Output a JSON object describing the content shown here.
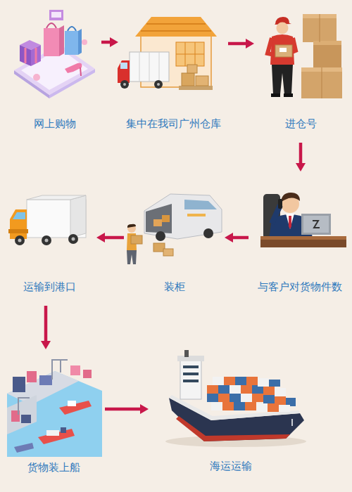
{
  "diagram": {
    "nodes": [
      {
        "text": [
          "网上购物"
        ]
      },
      {
        "text": [
          "集中在我司广州仓库"
        ]
      },
      {
        "text": [
          "进仓号"
        ]
      },
      {
        "text": [
          "与客户对货物件数"
        ]
      },
      {
        "text": [
          "装柜"
        ]
      },
      {
        "text": [
          "运输到港口"
        ]
      },
      {
        "text": [
          "货物装上船"
        ]
      },
      {
        "text": [
          "海运运输"
        ]
      }
    ],
    "edges": [
      {
        "from": 0,
        "to": 1,
        "arrow": "to"
      },
      {
        "from": 1,
        "to": 2,
        "arrow": "to"
      },
      {
        "from": 2,
        "to": 3,
        "arrow": "to"
      },
      {
        "from": 3,
        "to": 4,
        "arrow": "to"
      },
      {
        "from": 4,
        "to": 5,
        "arrow": "to"
      },
      {
        "from": 5,
        "to": 6,
        "arrow": "to"
      },
      {
        "from": 6,
        "to": 7,
        "arrow": "to"
      }
    ]
  }
}
